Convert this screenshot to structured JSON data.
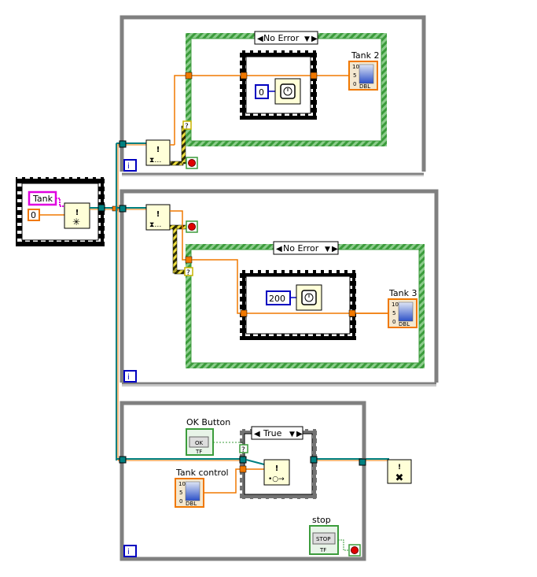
{
  "labels": {
    "tank_string": "Tank",
    "init_value": "0",
    "tank2": "Tank 2",
    "tank3": "Tank 3",
    "ok_button": "OK Button",
    "tank_control": "Tank control",
    "stop": "stop"
  },
  "case_selectors": {
    "top": "No Error",
    "middle": "No Error",
    "bottom": "True"
  },
  "constants": {
    "wait_top": "0",
    "wait_middle": "200"
  },
  "terminals": {
    "iteration": "i",
    "dbl": "DBL",
    "tf": "TF",
    "ok_text": "OK",
    "stop_text": "STOP",
    "tank_scale": [
      "10",
      "5",
      "0"
    ]
  },
  "colors": {
    "loop_frame": "#808080",
    "case_border": "#3c9c3c",
    "wire_orange": "#f07800",
    "wire_error": "#c8b400",
    "wire_refnum": "#008080",
    "string_pink": "#e000e0",
    "vi_fill": "#ffffd8",
    "stop_red": "#e00000"
  }
}
